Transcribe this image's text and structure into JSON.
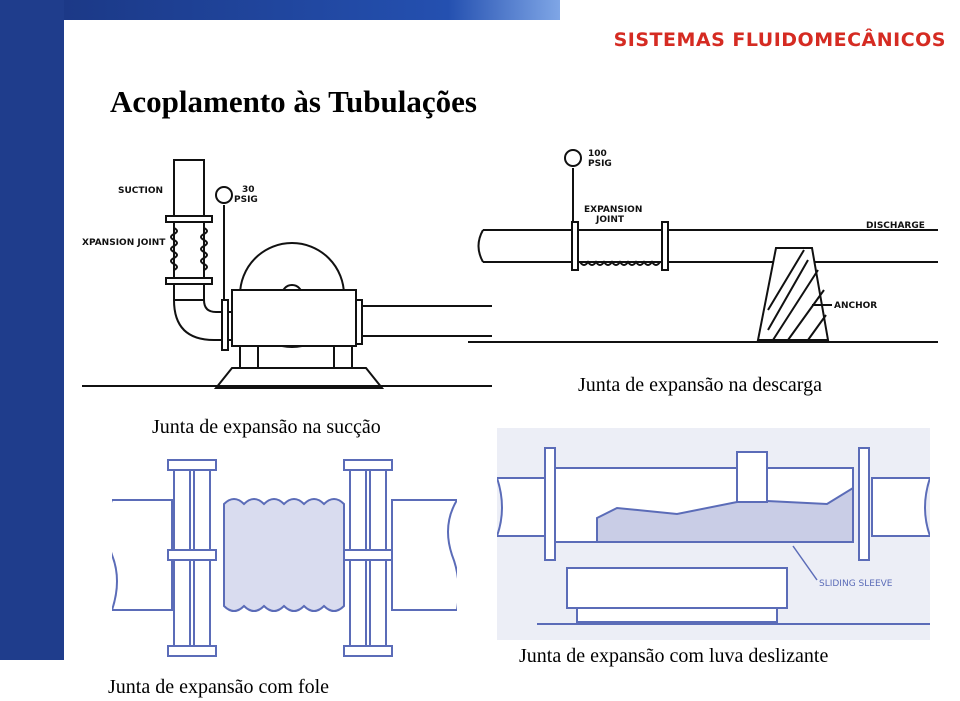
{
  "brand": "SISTEMAS FLUIDOMECÂNICOS",
  "title": "Acoplamento às Tubulações",
  "figures": {
    "suction": {
      "caption": "Junta de expansão na sucção",
      "labels": {
        "suction": "SUCTION",
        "gauge_value": "30",
        "gauge_unit": "PSIG",
        "joint": "XPANSION JOINT"
      }
    },
    "discharge": {
      "caption": "Junta de expansão na descarga",
      "labels": {
        "gauge_value": "100",
        "gauge_unit": "PSIG",
        "joint_line1": "EXPANSION",
        "joint_line2": "JOINT",
        "discharge": "DISCHARGE",
        "anchor": "ANCHOR"
      }
    },
    "bellows": {
      "caption": "Junta de expansão com fole"
    },
    "sleeve": {
      "caption": "Junta de expansão com luva deslizante",
      "labels": {
        "sleeve": "SLIDING SLEEVE"
      }
    }
  },
  "colors": {
    "band": "#1f3d8c",
    "band_light": "#3a6fd1",
    "brand": "#d52b22",
    "diagram_blue": "#5b6cb8",
    "diagram_fill": "#d9dcef"
  }
}
